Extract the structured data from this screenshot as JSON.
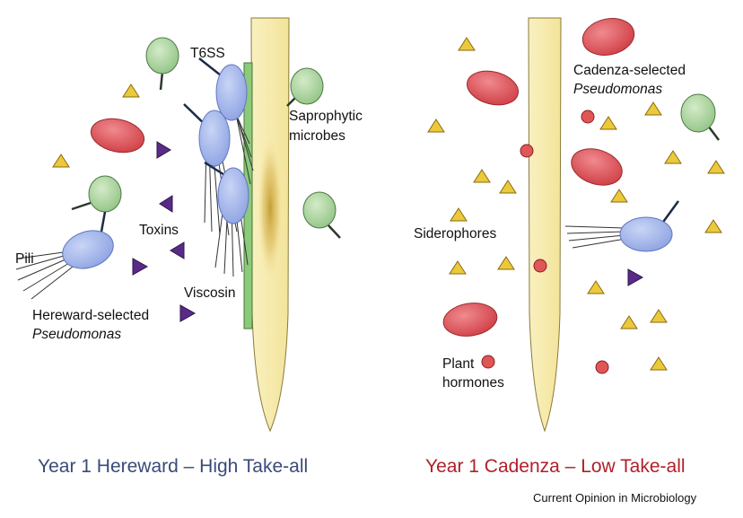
{
  "labels": {
    "t6ss": "T6SS",
    "saprophytic_1": "Saprophytic",
    "saprophytic_2": "microbes",
    "toxins": "Toxins",
    "pili": "Pili",
    "viscosin": "Viscosin",
    "hereward_selected": "Hereward-selected",
    "hereward_pseudomonas": "Pseudomonas",
    "cadenza_selected": "Cadenza-selected",
    "cadenza_pseudomonas": "Pseudomonas",
    "siderophores": "Siderophores",
    "plant_1": "Plant",
    "plant_2": "hormones"
  },
  "captions": {
    "left": "Year 1 Hereward – High Take-all",
    "right": "Year 1 Cadenza – Low Take-all"
  },
  "source": "Current Opinion in Microbiology",
  "colors": {
    "root_fill": "#f8eeb0",
    "root_core": "#c09a30",
    "viscosin_layer": "#8cc97a",
    "pseudomonas": "#9fb2ea",
    "pathogen": "#d94c52",
    "saprophyte": "#a8d49a",
    "siderophore": "#ecc93a",
    "toxin": "#5a2a88",
    "hormone": "#e05656",
    "caption_left": "#3a4a7a",
    "caption_right": "#b0202a"
  }
}
